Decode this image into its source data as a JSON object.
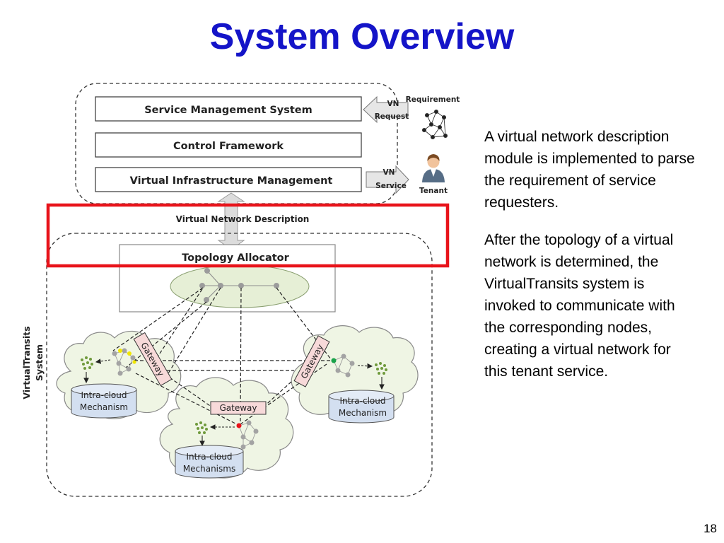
{
  "slide": {
    "title": "System Overview",
    "page_number": "18"
  },
  "diagram": {
    "layers": {
      "service_management": "Service Management System",
      "control_framework": "Control Framework",
      "virtual_infrastructure": "Virtual Infrastructure Management"
    },
    "requirement_label": "Requirement",
    "vn_request": [
      "VN",
      "Request"
    ],
    "vn_service": [
      "VN",
      "Service"
    ],
    "tenant_label": "Tenant",
    "vnd_label": "Virtual Network Description",
    "topology_allocator": "Topology Allocator",
    "system_label": [
      "VirtualTransits",
      "System"
    ],
    "gateway_label": "Gateway",
    "clouds": {
      "left": [
        "Intra-cloud",
        "Mechanism"
      ],
      "right": [
        "Intra-cloud",
        "Mechanism"
      ],
      "bottom": [
        "Intra-cloud",
        "Mechanisms"
      ]
    },
    "highlight_color": "#e8131a"
  },
  "text": {
    "bullet1": "A virtual network description module is implemented to parse the requirement of service requesters.",
    "bullet2": "After the topology of a virtual network is determined, the VirtualTransits system is invoked to communicate with the corresponding nodes, creating a virtual network for this tenant service."
  }
}
